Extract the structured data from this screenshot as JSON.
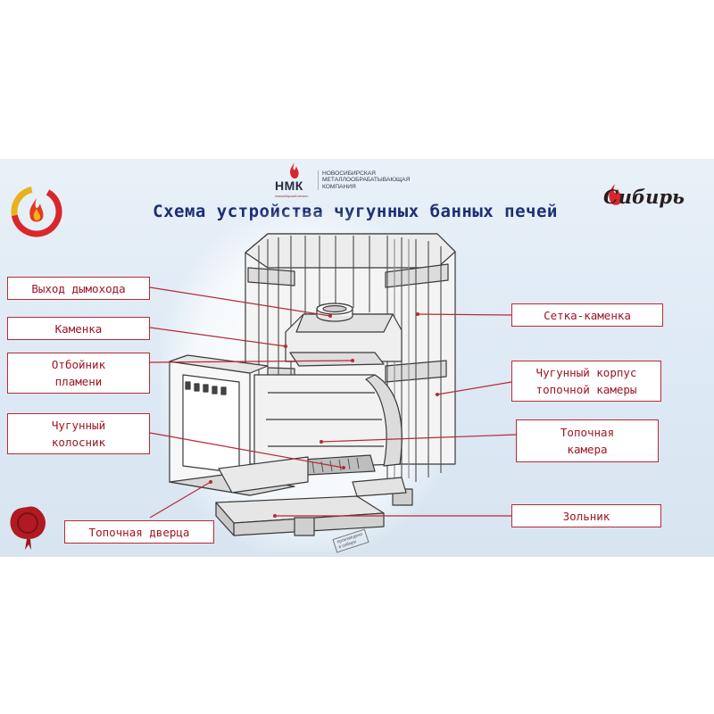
{
  "header": {
    "title": "Схема устройства чугунных банных печей",
    "brand_abbr": "НМК",
    "brand_tagline": "новосибирский металл",
    "company_name": "Новосибирская металлообрабатывающая компания",
    "product_brand": "Сибирь"
  },
  "labels": {
    "chimney_outlet": "Выход дымохода",
    "stone_box": "Каменка",
    "flame_deflector_1": "Отбойник",
    "flame_deflector_2": "пламени",
    "grate_1": "Чугунный",
    "grate_2": "колосник",
    "firebox_door": "Топочная дверца",
    "stone_mesh": "Сетка-каменка",
    "cast_iron_body_1": "Чугунный корпус",
    "cast_iron_body_2": "топочной камеры",
    "firebox_1": "Топочная",
    "firebox_2": "камера",
    "ash_pan": "Зольник"
  },
  "stamp": {
    "line1": "произведено",
    "line2": "в сибири"
  },
  "colors": {
    "accent": "#b72a36",
    "label_text": "#9e1424",
    "title_text": "#1c2f72",
    "banner_bg": "#dce8f3"
  },
  "icons": [
    "fire-circle-logo",
    "nmk-flame-logo",
    "sibir-flame-logo",
    "wax-seal-icon"
  ]
}
